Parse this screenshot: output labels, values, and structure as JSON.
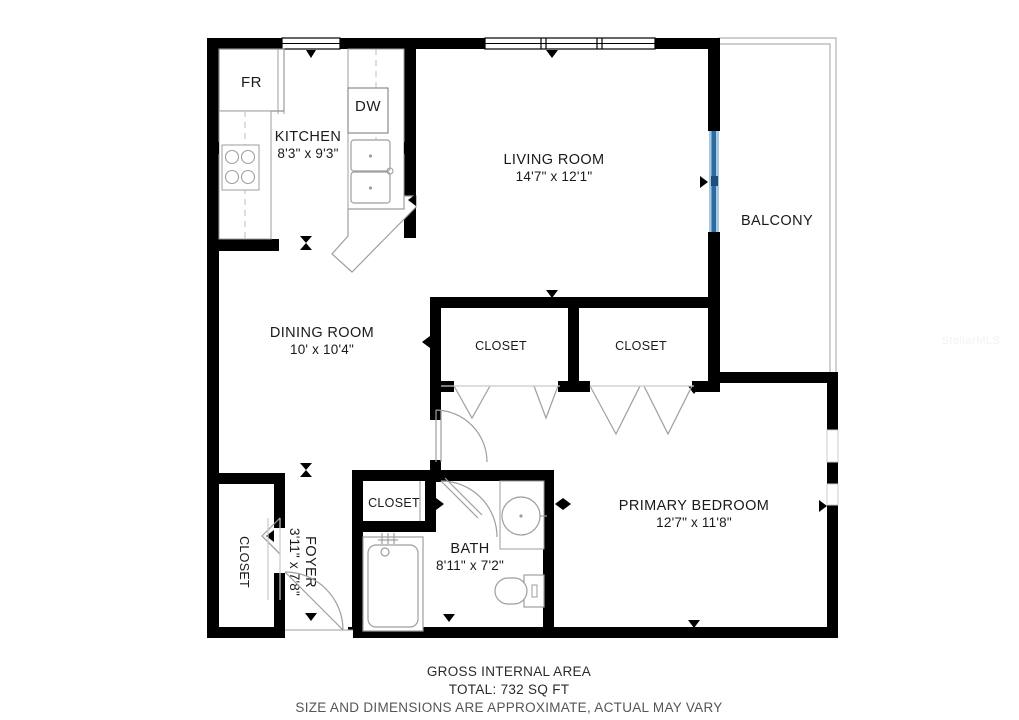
{
  "document": {
    "type": "floor-plan",
    "watermark": "StellarMLS"
  },
  "rooms": [
    {
      "id": "kitchen",
      "name": "KITCHEN",
      "dimensions": "8'3\" x 9'3\""
    },
    {
      "id": "living",
      "name": "LIVING ROOM",
      "dimensions": "14'7\" x 12'1\""
    },
    {
      "id": "balcony",
      "name": "BALCONY",
      "dimensions": ""
    },
    {
      "id": "dining",
      "name": "DINING ROOM",
      "dimensions": "10' x 10'4\""
    },
    {
      "id": "closet1",
      "name": "CLOSET",
      "dimensions": ""
    },
    {
      "id": "closet2",
      "name": "CLOSET",
      "dimensions": ""
    },
    {
      "id": "bedroom",
      "name": "PRIMARY BEDROOM",
      "dimensions": "12'7\" x 11'8\""
    },
    {
      "id": "closet3",
      "name": "CLOSET",
      "dimensions": ""
    },
    {
      "id": "bath",
      "name": "BATH",
      "dimensions": "8'11\" x 7'2\""
    },
    {
      "id": "foyer",
      "name": "FOYER",
      "dimensions": "3'11\" x 7'8\""
    },
    {
      "id": "closet4",
      "name": "CLOSET",
      "dimensions": ""
    }
  ],
  "appliances": [
    {
      "id": "fridge",
      "label": "FR"
    },
    {
      "id": "dishwasher",
      "label": "DW"
    }
  ],
  "footer": {
    "line1": "GROSS INTERNAL AREA",
    "line2": "TOTAL: 732 SQ FT",
    "line3": "SIZE AND DIMENSIONS ARE APPROXIMATE, ACTUAL MAY VARY"
  },
  "colors": {
    "wall": "#000000",
    "background": "#ffffff",
    "fixture_line": "#999999",
    "slider_blue": "#2b6ca3",
    "slider_blue_light": "#a8c8e0",
    "text": "#1a1a1a",
    "watermark": "#f2f2f2"
  }
}
